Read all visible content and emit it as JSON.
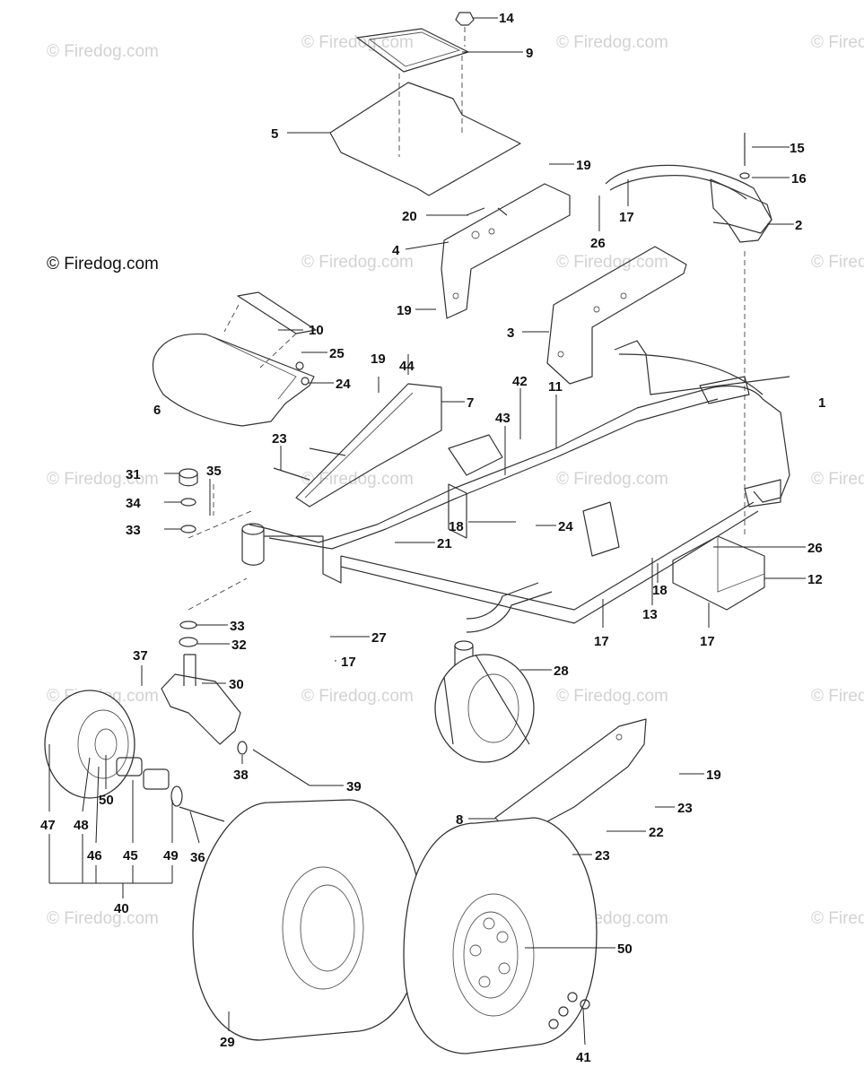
{
  "watermark": "© Firedog.com",
  "copyright": "© Firedog.com",
  "callouts": [
    "1",
    "2",
    "3",
    "4",
    "5",
    "6",
    "7",
    "8",
    "9",
    "10",
    "11",
    "12",
    "13",
    "14",
    "15",
    "16",
    "17",
    "18",
    "19",
    "20",
    "21",
    "22",
    "23",
    "24",
    "25",
    "26",
    "27",
    "28",
    "29",
    "30",
    "31",
    "32",
    "33",
    "34",
    "35",
    "36",
    "37",
    "38",
    "39",
    "40",
    "41",
    "42",
    "43",
    "44",
    "45",
    "46",
    "47",
    "48",
    "49",
    "50"
  ]
}
